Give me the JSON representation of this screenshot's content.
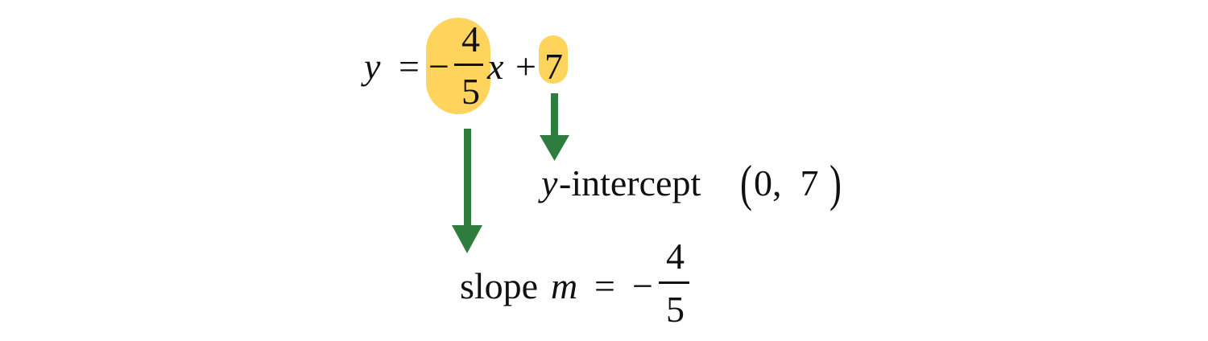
{
  "colors": {
    "highlight": "#ffd45c",
    "arrow": "#2e7d3e",
    "text": "#111111"
  },
  "equation": {
    "y_var": "y",
    "equals": "=",
    "minus": "−",
    "numerator": "4",
    "denominator": "5",
    "x_var": "x",
    "plus": "+",
    "constant": "7"
  },
  "intercept_label": {
    "y_var": "y",
    "text": "-intercept",
    "open_paren": "(",
    "point": "0,  7",
    "close_paren": ")"
  },
  "slope_label": {
    "word": "slope",
    "m_var": "m",
    "equals": "=",
    "minus": "−",
    "numerator": "4",
    "denominator": "5"
  }
}
